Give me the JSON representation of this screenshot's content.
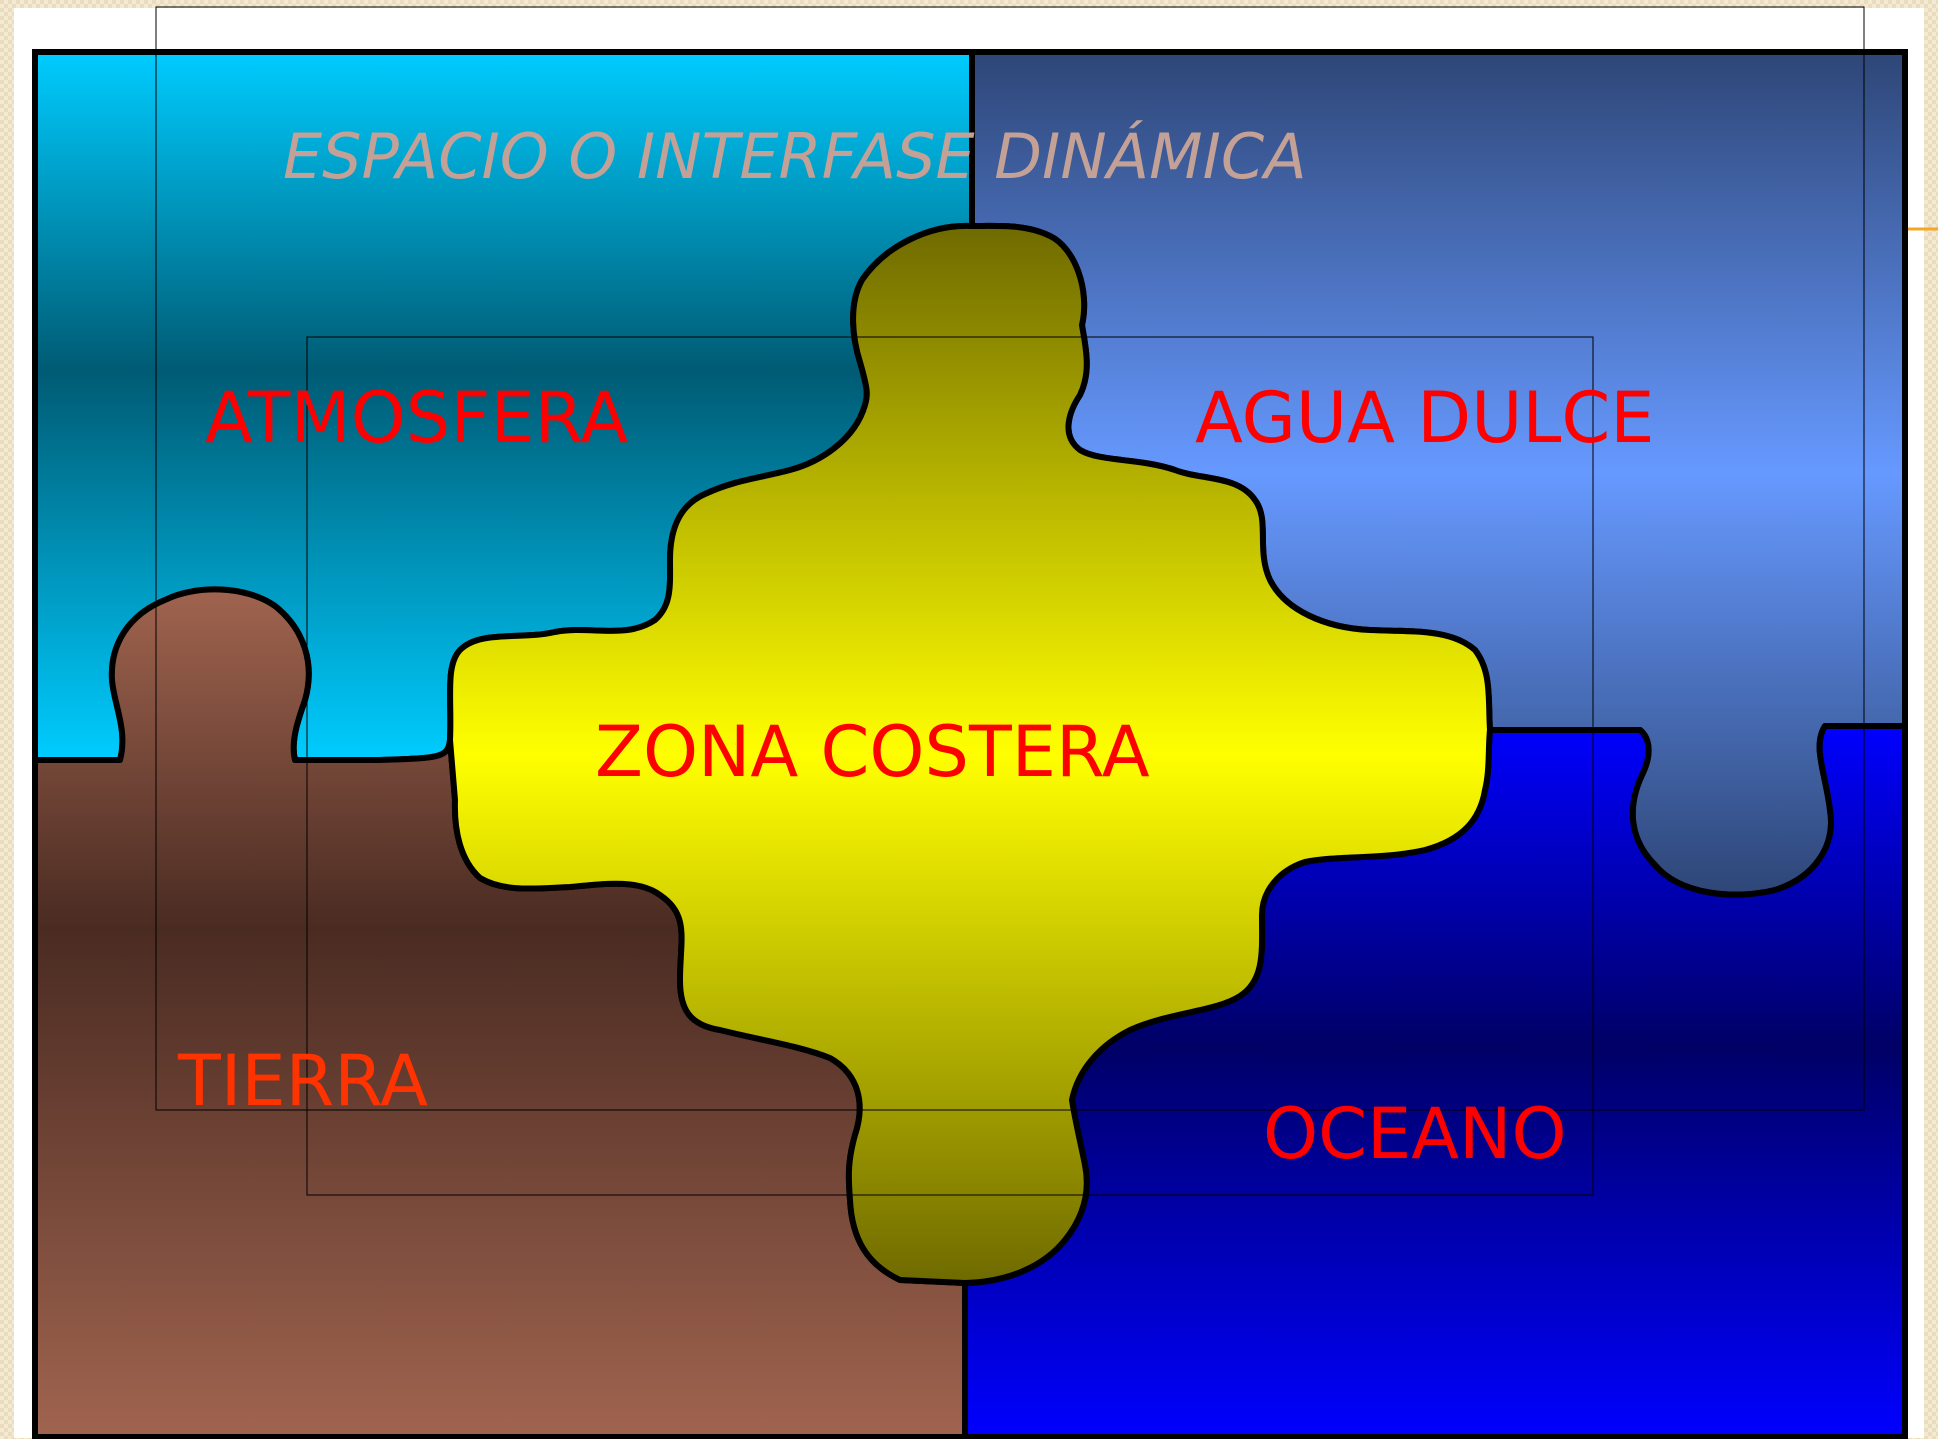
{
  "title": "ESPACIO O INTERFASE DINÁMICA",
  "pieces": {
    "atmosfera": "ATMOSFERA",
    "agua_dulce": "AGUA DULCE",
    "tierra": "TIERRA",
    "oceano": "OCEANO",
    "zona_costera": "ZONA COSTERA"
  },
  "colors": {
    "title": "#c4a197",
    "label_red": "#ff0000",
    "label_orange_red": "#ff3300",
    "atmosfera_light": "#00ccff",
    "atmosfera_dark": "#005b74",
    "agua_dulce_light": "#6699ff",
    "agua_dulce_dark": "#2e4677",
    "tierra_light": "#a0644f",
    "tierra_dark": "#4a2b22",
    "oceano_light": "#0000ff",
    "oceano_dark": "#000066",
    "zona_costera_light": "#ffff00",
    "zona_costera_dark": "#6f6a00"
  }
}
